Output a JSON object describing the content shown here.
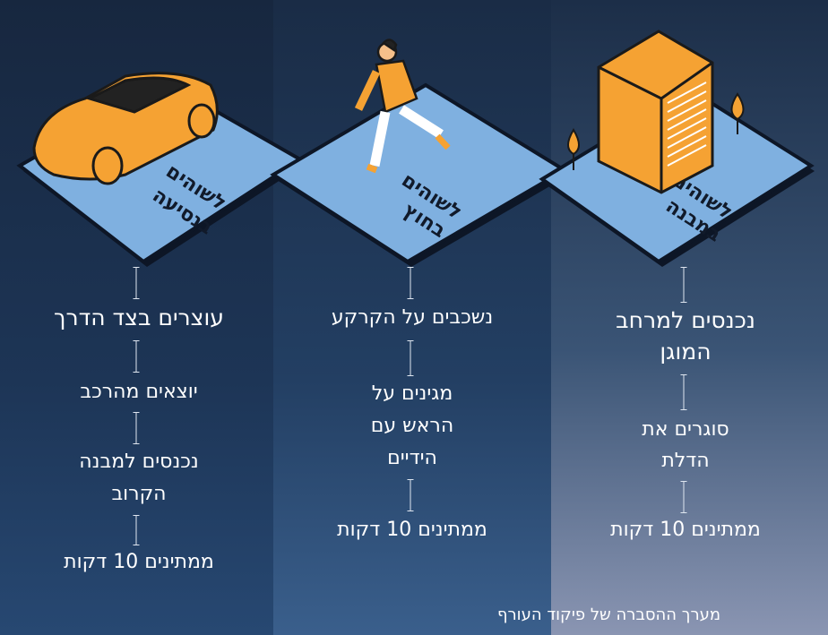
{
  "columns": [
    {
      "title": "לשוהים בנסיעה",
      "title_lines": [
        "לשוהים",
        "בנסיעה"
      ],
      "icon": "car-icon",
      "steps": [
        "עוצרים בצד הדרך",
        "יוצאים מהרכב",
        "נכנסים למבנה",
        "הקרוב",
        "ממתינים 10 דקות"
      ]
    },
    {
      "title": "לשוהים בחוץ",
      "title_lines": [
        "לשוהים",
        "בחוץ"
      ],
      "icon": "walking-person-icon",
      "steps": [
        "נשכבים על הקרקע",
        "מגינים על",
        "הראש עם",
        "הידיים",
        "ממתינים 10 דקות"
      ]
    },
    {
      "title": "לשוהים במבנה",
      "title_lines": [
        "לשוהים",
        "במבנה"
      ],
      "icon": "building-icon",
      "steps": [
        "נכנסים למרחב",
        "המוגן",
        "סוגרים את",
        "הדלת",
        "ממתינים 10 דקות"
      ]
    }
  ],
  "footer": "מערך ההסברה של פיקוד העורף",
  "colors": {
    "accent": "#f5a233",
    "tile": "#7fb0e0",
    "background": "#1c2f4d"
  }
}
